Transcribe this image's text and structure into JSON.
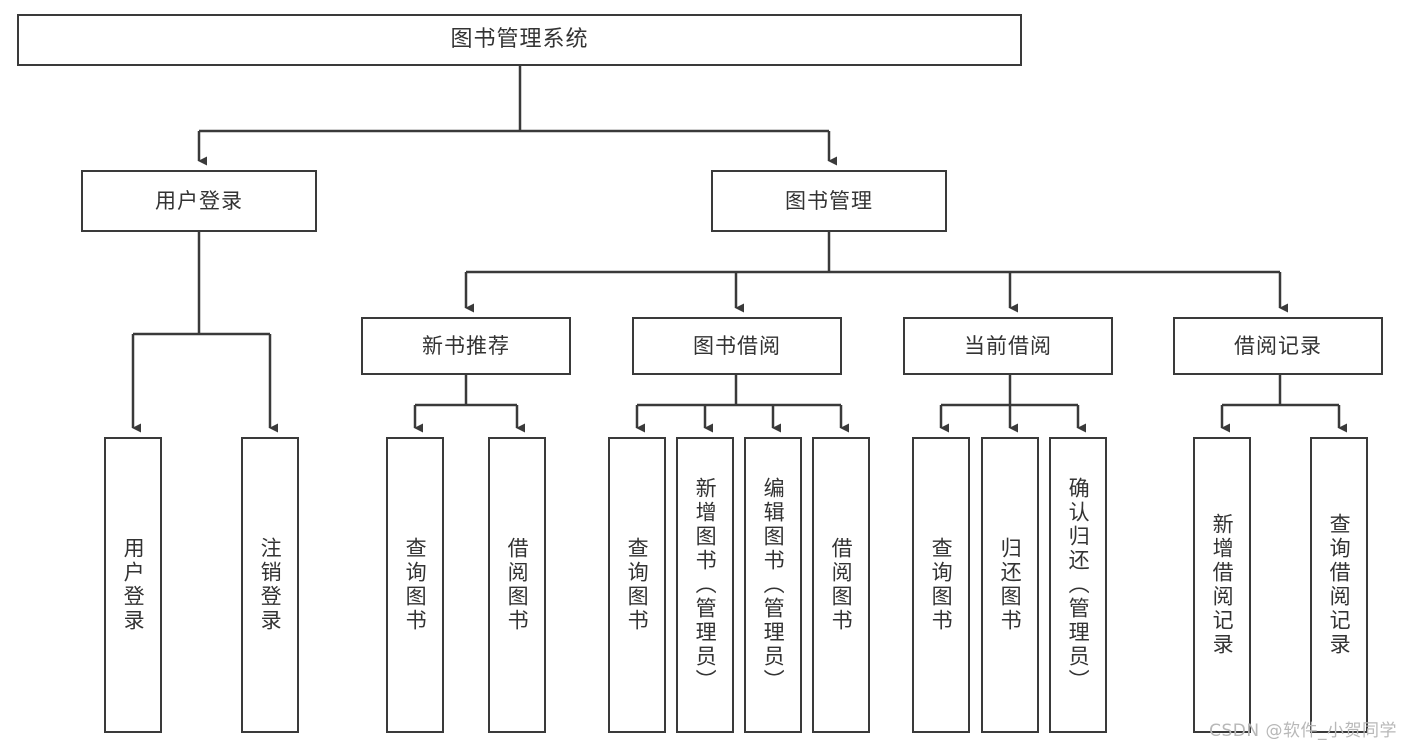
{
  "diagram": {
    "title": "图书管理系统",
    "type": "tree-hierarchy",
    "colors": {
      "box_border": "#3a3a3a",
      "box_fill": "#ffffff",
      "connector": "#3a3a3a",
      "text": "#333333",
      "watermark": "#b8b8b8",
      "background": "#ffffff"
    },
    "levels": {
      "root": {
        "label": "图书管理系统"
      },
      "level2": [
        {
          "label": "用户登录"
        },
        {
          "label": "图书管理"
        }
      ],
      "level3": [
        {
          "label": "新书推荐"
        },
        {
          "label": "图书借阅"
        },
        {
          "label": "当前借阅"
        },
        {
          "label": "借阅记录"
        }
      ],
      "leaves": {
        "user_login": [
          {
            "label": "用户登录"
          },
          {
            "label": "注销登录"
          }
        ],
        "new_book_recommend": [
          {
            "label": "查询图书"
          },
          {
            "label": "借阅图书"
          }
        ],
        "book_borrow": [
          {
            "label": "查询图书"
          },
          {
            "label": "新增图书（管理员）"
          },
          {
            "label": "编辑图书（管理员）"
          },
          {
            "label": "借阅图书"
          }
        ],
        "current_borrow": [
          {
            "label": "查询图书"
          },
          {
            "label": "归还图书"
          },
          {
            "label": "确认归还（管理员）"
          }
        ],
        "borrow_record": [
          {
            "label": "新增借阅记录"
          },
          {
            "label": "查询借阅记录"
          }
        ]
      }
    },
    "watermark": "CSDN @软件_小贺同学"
  }
}
